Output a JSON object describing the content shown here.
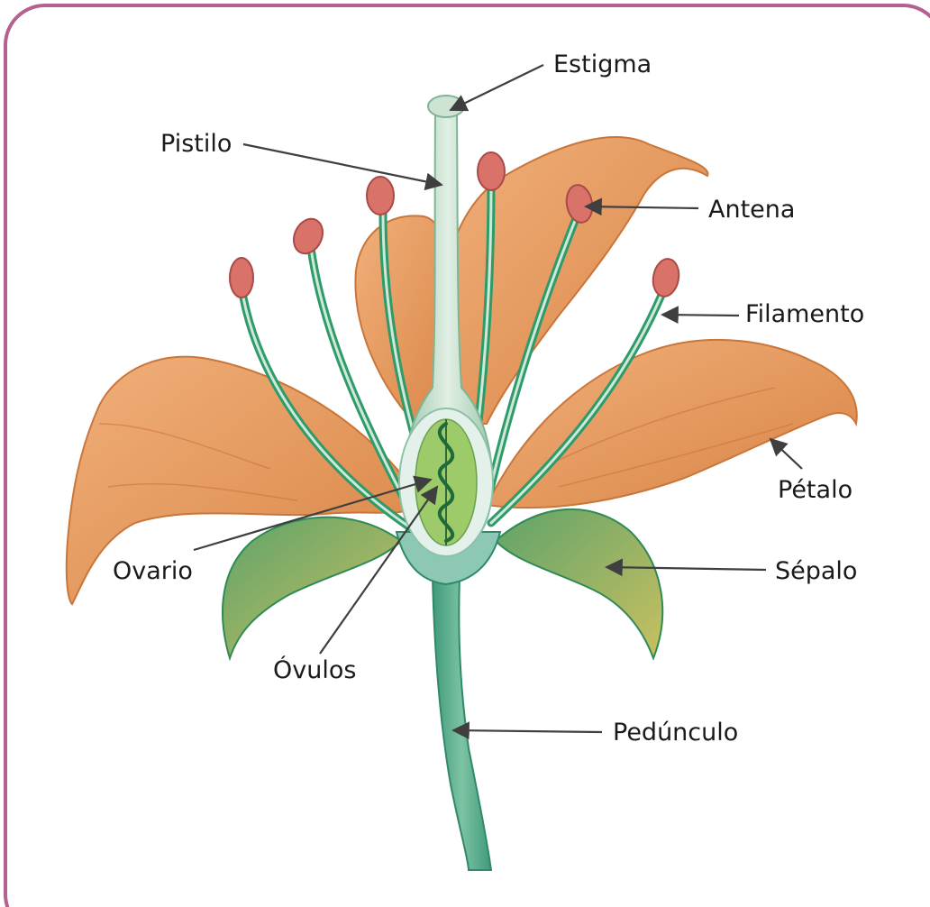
{
  "diagram": {
    "border_color": "#b5608f",
    "labels": {
      "estigma": "Estigma",
      "pistilo": "Pistilo",
      "antena": "Antena",
      "filamento": "Filamento",
      "petalo": "Pétalo",
      "ovario": "Ovario",
      "sepalo": "Sépalo",
      "ovulos": "Óvulos",
      "pedunculo": "Pedúnculo"
    },
    "colors": {
      "petal": "#e59a5f",
      "petal_dark": "#c9763b",
      "stamen_stalk": "#2f9a6a",
      "anther": "#d9736a",
      "pistil": "#b8d8c4",
      "ovary_inner": "#9ecb6a",
      "sepal": "#6aa96a",
      "stem": "#56a88a"
    }
  }
}
